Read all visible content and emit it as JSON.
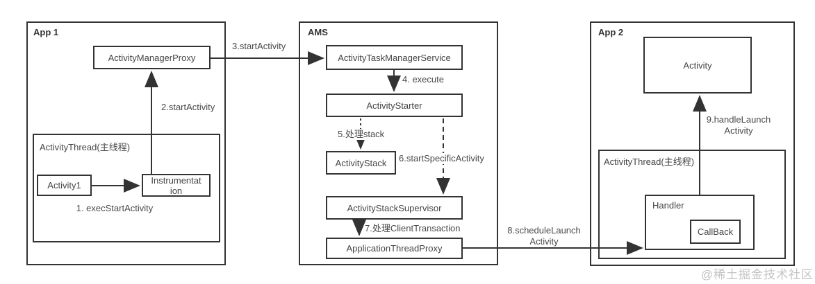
{
  "app1": {
    "title": "App 1",
    "activity_manager_proxy": "ActivityManagerProxy",
    "activity_thread": "ActivityThread(主线程)",
    "activity1": "Activity1",
    "instrumentation": "Instrumentation"
  },
  "ams": {
    "title": "AMS",
    "activity_task_manager_service": "ActivityTaskManagerService",
    "activity_starter": "ActivityStarter",
    "activity_stack": "ActivityStack",
    "activity_stack_supervisor": "ActivityStackSupervisor",
    "application_thread_proxy": "ApplicationThreadProxy"
  },
  "app2": {
    "title": "App 2",
    "activity": "Activity",
    "activity_thread": "ActivityThread(主线程)",
    "handler": "Handler",
    "callback": "CallBack"
  },
  "edges": {
    "e1": "1. execStartActivity",
    "e2": "2.startActivity",
    "e3": "3.startActivity",
    "e4": "4. execute",
    "e5": "5.处理stack",
    "e6": "6.startSpecificActivity",
    "e7": "7.处理ClientTransaction",
    "e8": "8.scheduleLaunch Activity",
    "e9": "9.handleLaunch Activity"
  },
  "colors": {
    "border": "#333333",
    "text": "#4a4a4a",
    "watermark": "#c3c3c3"
  },
  "watermark": "@稀土掘金技术社区"
}
